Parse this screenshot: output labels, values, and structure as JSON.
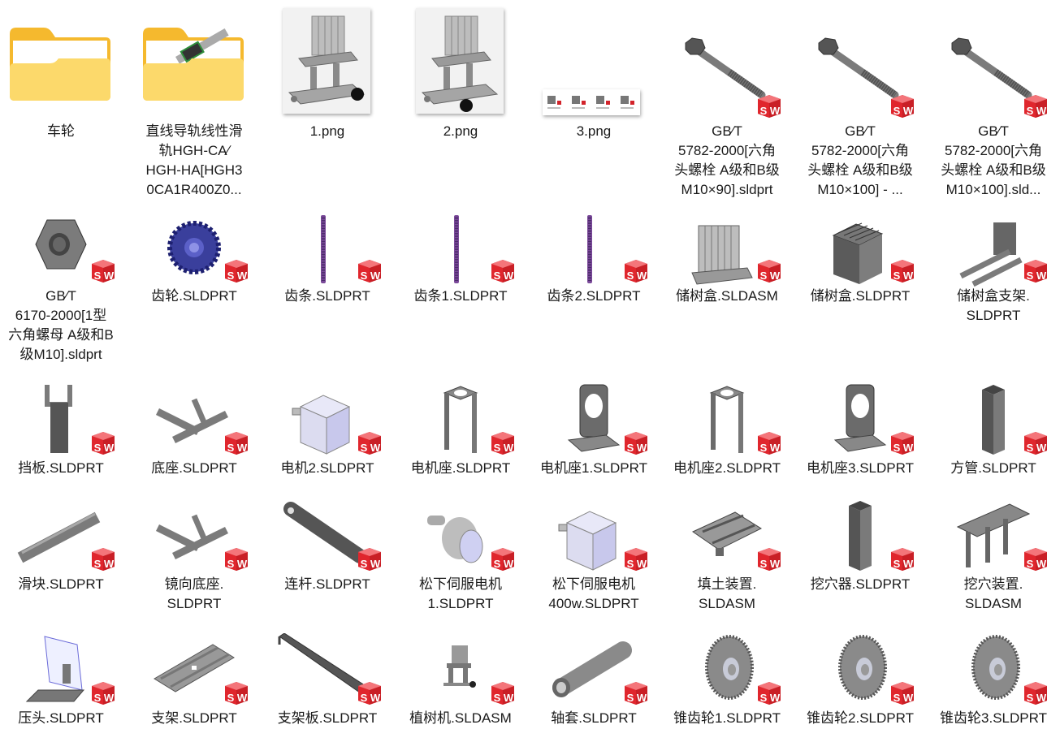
{
  "view": "large-icons",
  "items": [
    {
      "name": "车轮",
      "type": "folder",
      "icon": "folder-icon"
    },
    {
      "name": "直线导轨线性滑\n轨HGH-CA∕\nHGH-HA[HGH3\n0CA1R400Z0...",
      "type": "folder",
      "icon": "folder-with-rail-thumbnail"
    },
    {
      "name": "1.png",
      "type": "image",
      "icon": "tree-planter-render-thumbnail"
    },
    {
      "name": "2.png",
      "type": "image",
      "icon": "tree-planter-render-thumbnail"
    },
    {
      "name": "3.png",
      "type": "image",
      "icon": "parts-strip-thumbnail"
    },
    {
      "name": "GB∕T\n5782-2000[六角\n头螺栓 A级和B级\nM10×90].sldprt",
      "type": "sldprt",
      "icon": "hex-bolt"
    },
    {
      "name": "GB∕T\n5782-2000[六角\n头螺栓 A级和B级\nM10×100] - ...",
      "type": "sldprt",
      "icon": "hex-bolt"
    },
    {
      "name": "GB∕T\n5782-2000[六角\n头螺栓 A级和B级\nM10×100].sld...",
      "type": "sldprt",
      "icon": "hex-bolt"
    },
    {
      "name": "GB∕T\n6170-2000[1型\n六角螺母 A级和B\n级M10].sldprt",
      "type": "sldprt",
      "icon": "hex-nut"
    },
    {
      "name": "齿轮.SLDPRT",
      "type": "sldprt",
      "icon": "gear"
    },
    {
      "name": "齿条.SLDPRT",
      "type": "sldprt",
      "icon": "rack"
    },
    {
      "name": "齿条1.SLDPRT",
      "type": "sldprt",
      "icon": "rack"
    },
    {
      "name": "齿条2.SLDPRT",
      "type": "sldprt",
      "icon": "rack"
    },
    {
      "name": "储树盒.SLDASM",
      "type": "sldasm",
      "icon": "sapling-box-assembly"
    },
    {
      "name": "储树盒.SLDPRT",
      "type": "sldprt",
      "icon": "sapling-box"
    },
    {
      "name": "储树盒支架.\nSLDPRT",
      "type": "sldprt",
      "icon": "box-bracket"
    },
    {
      "name": "挡板.SLDPRT",
      "type": "sldprt",
      "icon": "baffle"
    },
    {
      "name": "底座.SLDPRT",
      "type": "sldprt",
      "icon": "base-frame"
    },
    {
      "name": "电机2.SLDPRT",
      "type": "sldprt",
      "icon": "motor"
    },
    {
      "name": "电机座.SLDPRT",
      "type": "sldprt",
      "icon": "motor-mount"
    },
    {
      "name": "电机座1.SLDPRT",
      "type": "sldprt",
      "icon": "motor-mount-plate"
    },
    {
      "name": "电机座2.SLDPRT",
      "type": "sldprt",
      "icon": "motor-mount"
    },
    {
      "name": "电机座3.SLDPRT",
      "type": "sldprt",
      "icon": "motor-mount-plate"
    },
    {
      "name": "方管.SLDPRT",
      "type": "sldprt",
      "icon": "square-tube"
    },
    {
      "name": "滑块.SLDPRT",
      "type": "sldprt",
      "icon": "slider"
    },
    {
      "name": "镜向底座.\nSLDPRT",
      "type": "sldprt",
      "icon": "base-frame"
    },
    {
      "name": "连杆.SLDPRT",
      "type": "sldprt",
      "icon": "link-bar"
    },
    {
      "name": "松下伺服电机\n1.SLDPRT",
      "type": "sldprt",
      "icon": "servo-motor"
    },
    {
      "name": "松下伺服电机\n400w.SLDPRT",
      "type": "sldprt",
      "icon": "motor"
    },
    {
      "name": "填土装置.\nSLDASM",
      "type": "sldasm",
      "icon": "soil-filler"
    },
    {
      "name": "挖穴器.SLDPRT",
      "type": "sldprt",
      "icon": "square-tube"
    },
    {
      "name": "挖穴装置.\nSLDASM",
      "type": "sldasm",
      "icon": "digging-device"
    },
    {
      "name": "压头.SLDPRT",
      "type": "sldprt",
      "icon": "press-head"
    },
    {
      "name": "支架.SLDPRT",
      "type": "sldprt",
      "icon": "slotted-plate"
    },
    {
      "name": "支架板.SLDPRT",
      "type": "sldprt",
      "icon": "long-plate"
    },
    {
      "name": "植树机.SLDASM",
      "type": "sldasm",
      "icon": "tree-planter-assembly"
    },
    {
      "name": "轴套.SLDPRT",
      "type": "sldprt",
      "icon": "sleeve"
    },
    {
      "name": "锥齿轮1.SLDPRT",
      "type": "sldprt",
      "icon": "bevel-gear"
    },
    {
      "name": "锥齿轮2.SLDPRT",
      "type": "sldprt",
      "icon": "bevel-gear"
    },
    {
      "name": "锥齿轮3.SLDPRT",
      "type": "sldprt",
      "icon": "bevel-gear"
    }
  ],
  "colors": {
    "folder_back": "#f5b92e",
    "folder_front": "#fcd96b",
    "sw_red": "#d2232a",
    "part_gray": "#7b7b7b",
    "rack_purple": "#7b4a9a",
    "gear_blue": "#3a3f9c",
    "motor_lavender": "#d8d8f0"
  }
}
